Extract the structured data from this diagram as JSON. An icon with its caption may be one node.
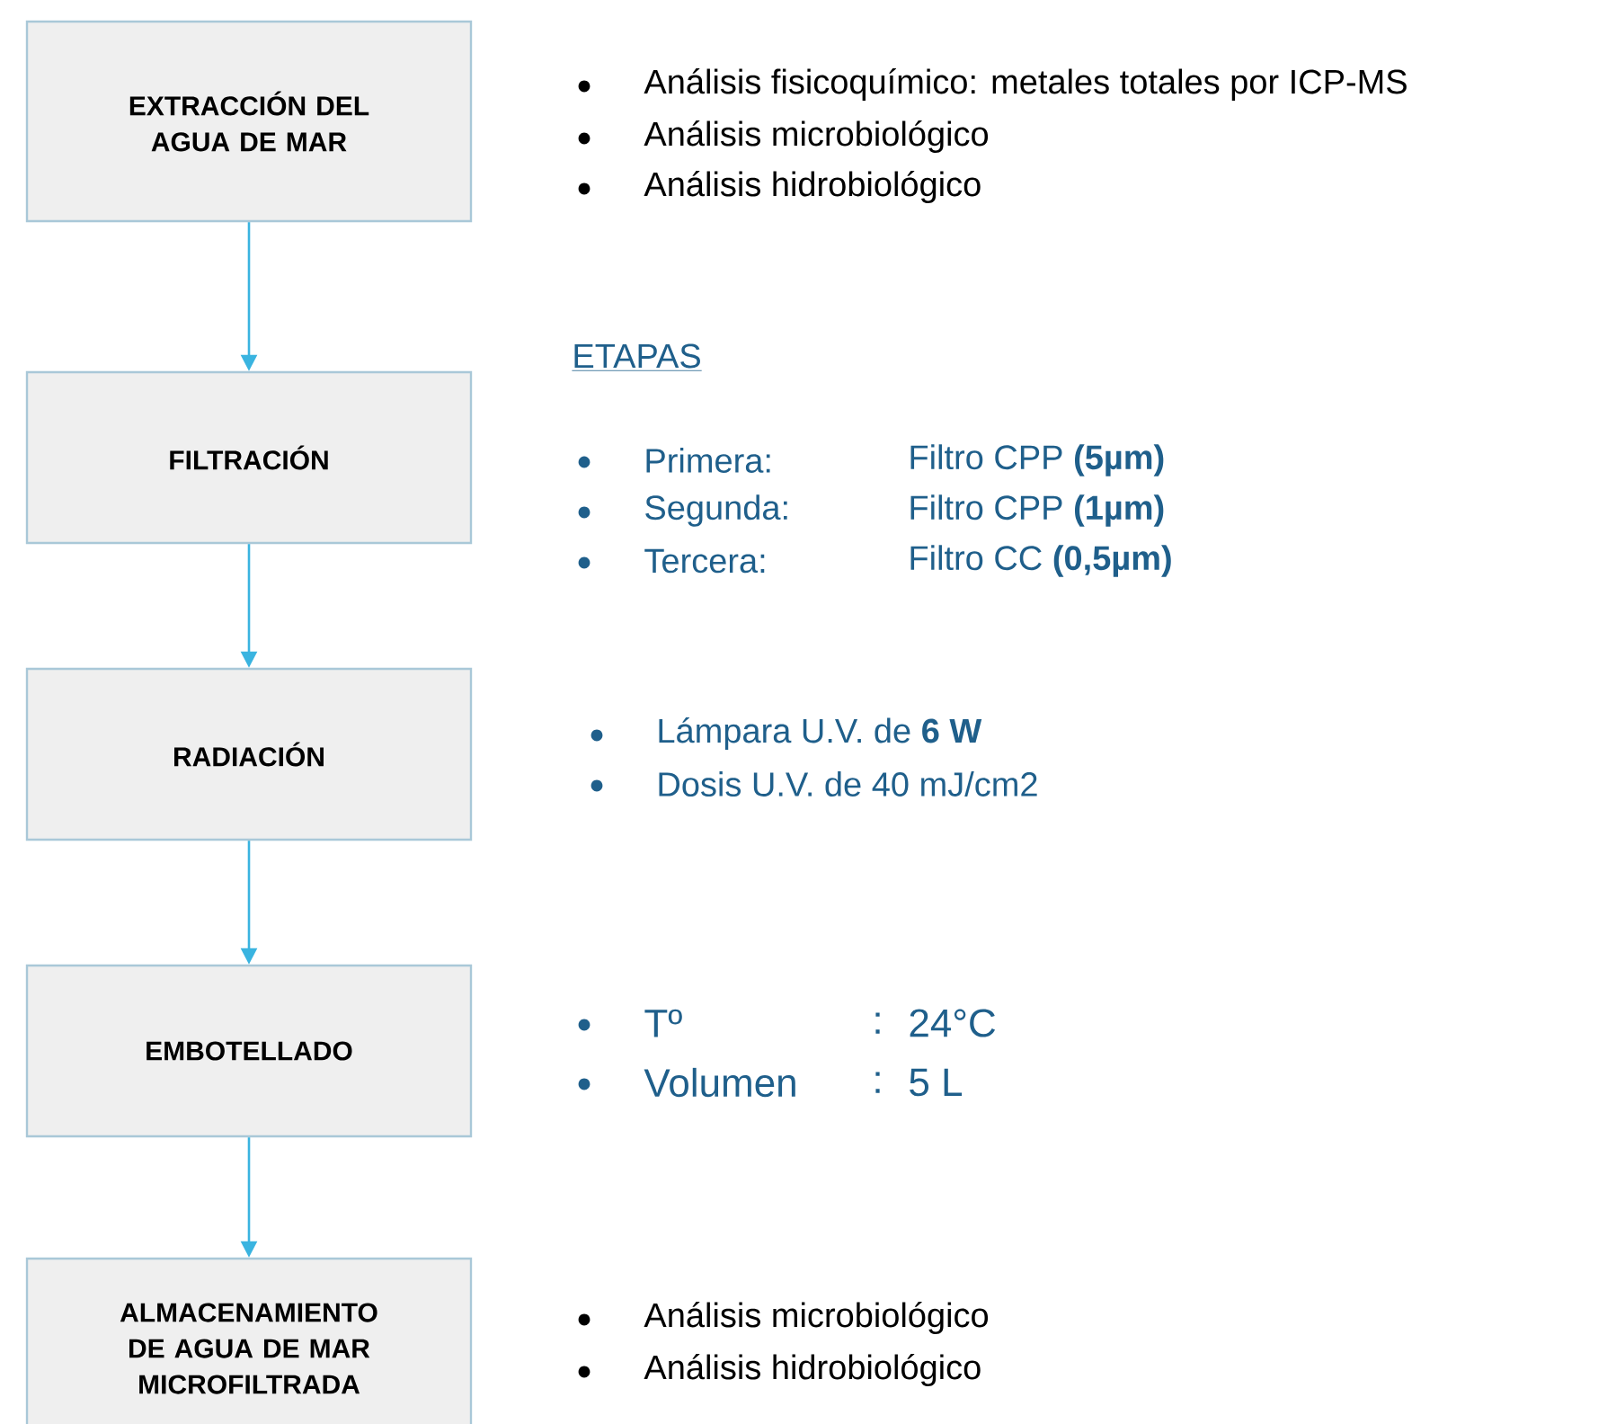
{
  "diagram": {
    "nodes": [
      {
        "text": [
          "EXTRACCIÓN DEL AGUA DE MAR"
        ],
        "beside": [
          "Análisis fisicoquímico: metales totales por ICP-MS",
          "Análisis microbiológico",
          "Análisis hidrobiológico"
        ]
      },
      {
        "text": [
          "FILTRACIÓN"
        ],
        "beside": [
          "ETAPAS",
          "Primera:",
          "Filtro CPP **(5µm)**",
          "Segunda:",
          "Filtro CPP **(1µm)**",
          "Tercera:",
          "Filtro CC **(0,5µm)**"
        ]
      },
      {
        "text": [
          "RADIACIÓN"
        ],
        "beside": [
          "Lámpara U.V. de **6 W**",
          "Dosis U.V. de 40 mJ/cm2"
        ]
      },
      {
        "text": [
          "EMBOTELLADO"
        ],
        "beside": [
          "Tº",
          ":",
          "24°C",
          "Volumen",
          ":",
          "5 L"
        ]
      },
      {
        "text": [
          "ALMACENAMIENTO DE AGUA DE MAR MICROFILTRADA"
        ],
        "beside": [
          "Análisis microbiológico",
          "Análisis hidrobiológico"
        ]
      }
    ],
    "edges": [
      {
        "from": 0,
        "to": 1,
        "arrow": "to"
      },
      {
        "from": 1,
        "to": 2,
        "arrow": "to"
      },
      {
        "from": 2,
        "to": 3,
        "arrow": "to"
      },
      {
        "from": 3,
        "to": 4,
        "arrow": "to"
      }
    ]
  }
}
